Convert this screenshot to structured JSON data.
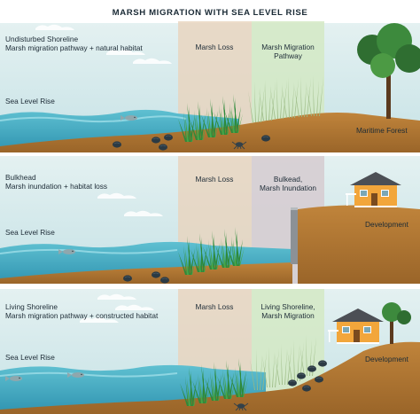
{
  "title": "MARSH MIGRATION WITH SEA LEVEL RISE",
  "colors": {
    "sky": "#cde6e9",
    "water": "#4db3c9",
    "sand": "#b07733",
    "marsh_loss_band": "#e9d3bd",
    "migration_band": "#d4e9c4",
    "bulkhead_band": "#d6cdd2",
    "grass": "#2e8a3a",
    "house": "#f2a63b"
  },
  "panels": [
    {
      "header_line1": "Undisturbed Shoreline",
      "header_line2": "Marsh migration pathway + natural habitat",
      "sea_level_label": "Sea Level Rise",
      "marsh_loss_label": "Marsh Loss",
      "right_band_line1": "Marsh Migration",
      "right_band_line2": "Pathway",
      "land_label": "Maritime Forest"
    },
    {
      "header_line1": "Bulkhead",
      "header_line2": "Marsh inundation + habitat loss",
      "sea_level_label": "Sea Level Rise",
      "marsh_loss_label": "Marsh Loss",
      "right_band_line1": "Bulkead,",
      "right_band_line2": "Marsh Inundation",
      "land_label": "Development"
    },
    {
      "header_line1": "Living Shoreline",
      "header_line2": "Marsh migration pathway + constructed habitat",
      "sea_level_label": "Sea Level Rise",
      "marsh_loss_label": "Marsh Loss",
      "right_band_line1": "Living Shoreline,",
      "right_band_line2": "Marsh Migration",
      "land_label": "Development"
    }
  ]
}
